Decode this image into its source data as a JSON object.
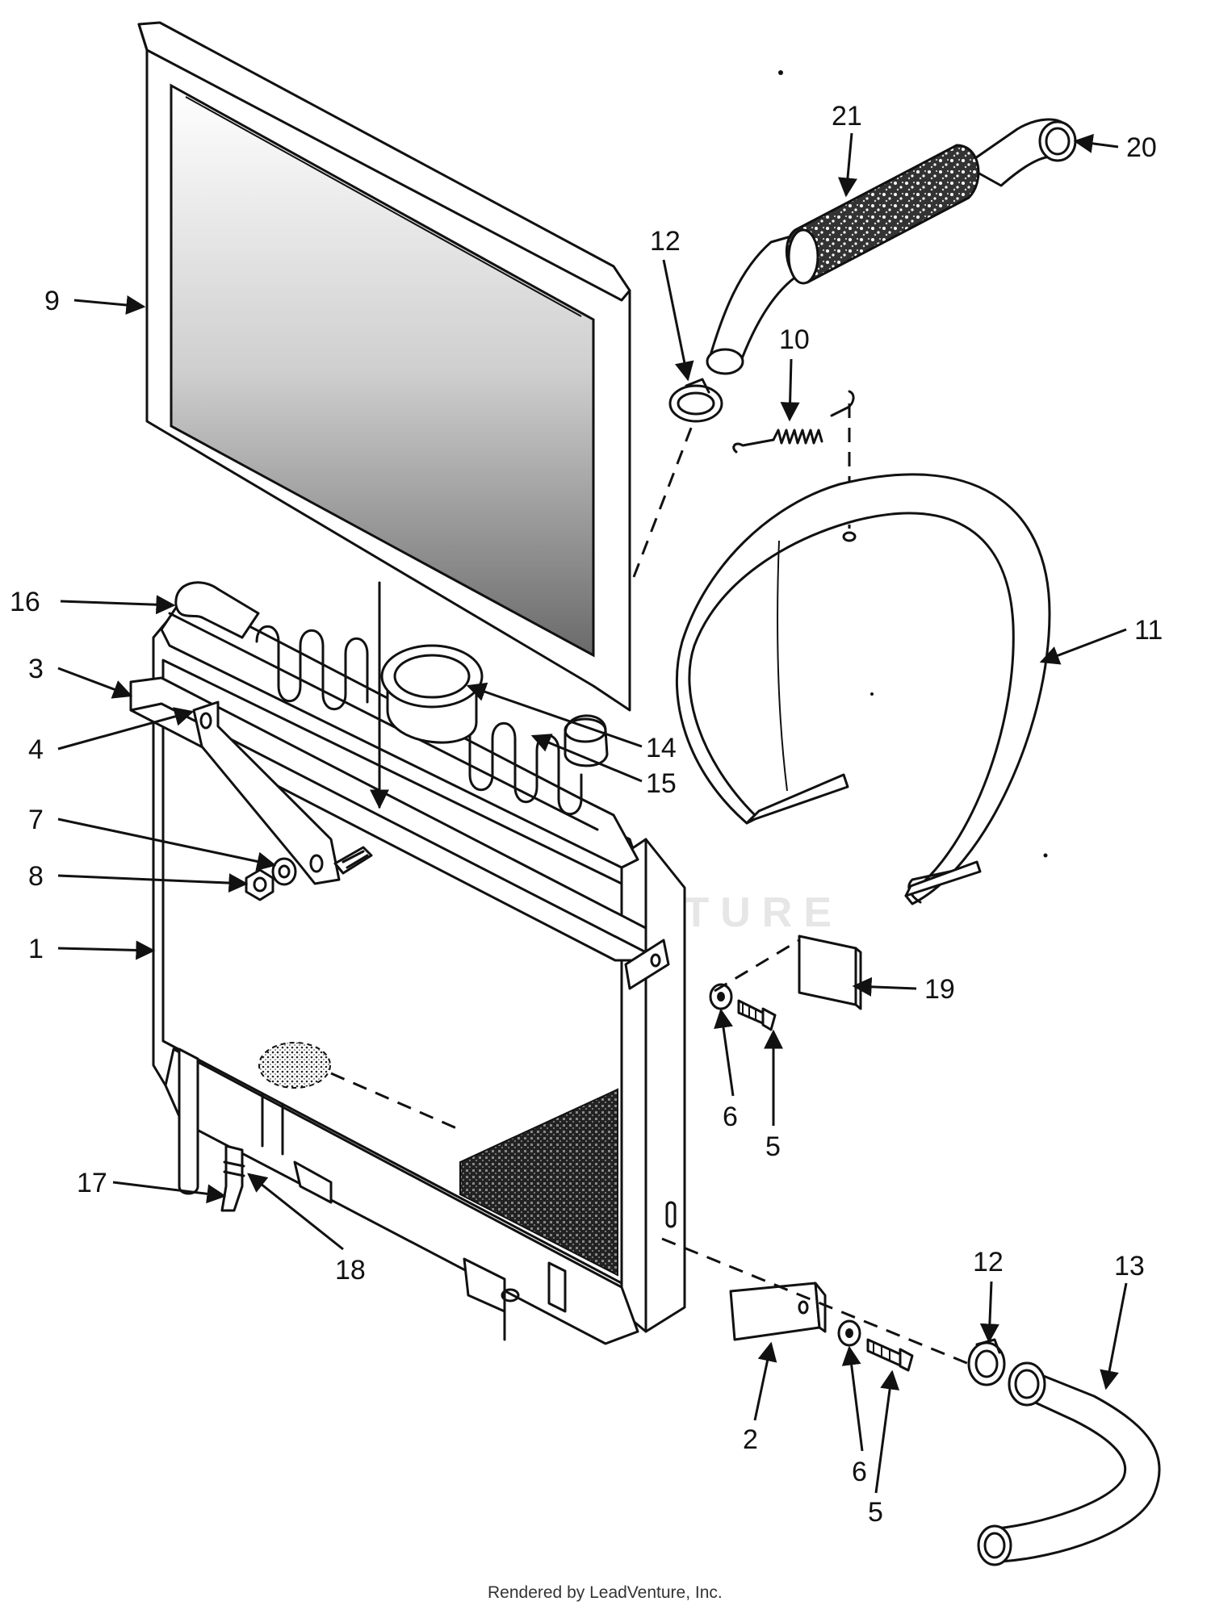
{
  "watermark": "LEADVENTURE",
  "footer": "Rendered by LeadVenture, Inc.",
  "callouts": {
    "c1": "1",
    "c2": "2",
    "c3": "3",
    "c4": "4",
    "c5a": "5",
    "c5b": "5",
    "c6a": "6",
    "c6b": "6",
    "c7": "7",
    "c8": "8",
    "c9": "9",
    "c10": "10",
    "c11": "11",
    "c12a": "12",
    "c12b": "12",
    "c13": "13",
    "c14": "14",
    "c15": "15",
    "c16": "16",
    "c17": "17",
    "c18": "18",
    "c19": "19",
    "c20": "20",
    "c21": "21"
  }
}
